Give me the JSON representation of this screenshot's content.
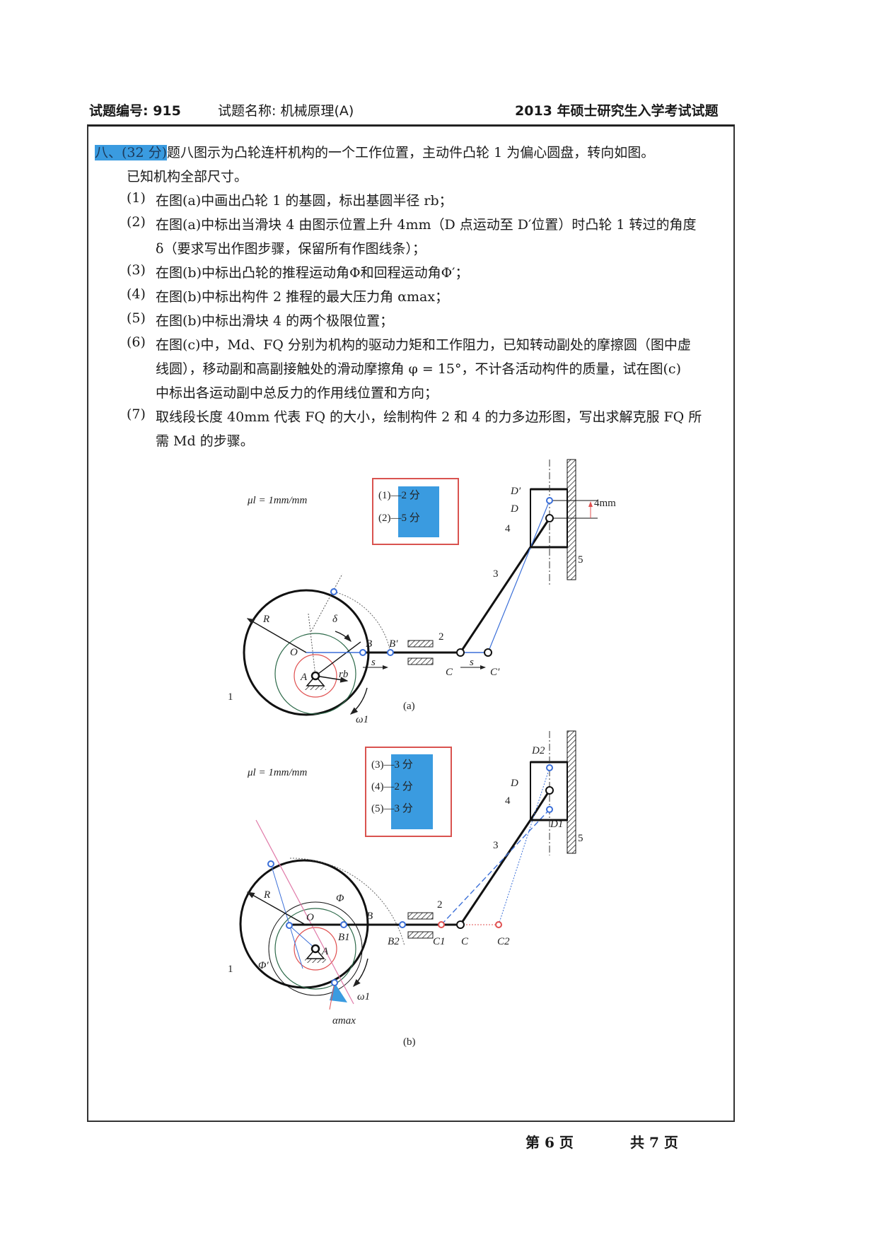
{
  "header": {
    "code": "试题编号: 915",
    "subject": "试题名称: 机械原理(A)",
    "exam": "2013 年硕士研究生入学考试试题"
  },
  "question": {
    "number": "八、(32 分)",
    "intro_1": "题八图示为凸轮连杆机构的一个工作位置，主动件凸轮 1 为偏心圆盘，转向如图。",
    "intro_2": "已知机构全部尺寸。",
    "items": [
      {
        "n": "(1)",
        "lines": [
          "在图(a)中画出凸轮 1 的基圆，标出基圆半径 rb；"
        ]
      },
      {
        "n": "(2)",
        "lines": [
          "在图(a)中标出当滑块 4 由图示位置上升 4mm（D 点运动至 D′位置）时凸轮 1 转过的角度",
          "δ（要求写出作图步骤，保留所有作图线条）；"
        ]
      },
      {
        "n": "(3)",
        "lines": [
          "在图(b)中标出凸轮的推程运动角Φ和回程运动角Φ′；"
        ]
      },
      {
        "n": "(4)",
        "lines": [
          "在图(b)中标出构件 2 推程的最大压力角 αmax；"
        ]
      },
      {
        "n": "(5)",
        "lines": [
          "在图(b)中标出滑块 4 的两个极限位置；"
        ]
      },
      {
        "n": "(6)",
        "lines": [
          "在图(c)中，Md、FQ 分别为机构的驱动力矩和工作阻力，已知转动副处的摩擦圆（图中虚",
          "线圆），移动副和高副接触处的滑动摩擦角 φ = 15°，不计各活动构件的质量，试在图(c)",
          "中标出各运动副中总反力的作用线位置和方向；"
        ]
      },
      {
        "n": "(7)",
        "lines": [
          "取线段长度 40mm 代表 FQ 的大小，绘制构件 2 和 4 的力多边形图，写出求解克服 FQ 所",
          "需 Md 的步骤。"
        ]
      }
    ]
  },
  "figure_a": {
    "scale": "μl = 1mm/mm",
    "scores": [
      "(1)—2 分",
      "(2)—5 分"
    ],
    "caption": "(a)",
    "labels": {
      "R": "R",
      "O": "O",
      "A": "A",
      "B": "B",
      "Bp": "B′",
      "C": "C",
      "Cp": "C′",
      "D": "D",
      "Dp": "D′",
      "delta": "δ",
      "rb": "rb",
      "s1": "s",
      "s2": "s",
      "omega": "ω1",
      "one": "1",
      "two": "2",
      "three": "3",
      "four": "4",
      "five": "5",
      "mm": "4mm"
    }
  },
  "figure_b": {
    "scale": "μl = 1mm/mm",
    "scores": [
      "(3)—3 分",
      "(4)—2 分",
      "(5)—3 分"
    ],
    "caption": "(b)",
    "labels": {
      "R": "R",
      "O": "O",
      "A": "A",
      "B": "B",
      "B1": "B1",
      "B2": "B2",
      "C": "C",
      "C1": "C1",
      "C2": "C2",
      "D": "D",
      "D1": "D1",
      "D2": "D2",
      "Phi": "Φ",
      "Phip": "Φ′",
      "omega": "ω1",
      "amax": "αmax",
      "one": "1",
      "two": "2",
      "three": "3",
      "four": "4",
      "five": "5"
    }
  },
  "footer": {
    "page": "第 6 页",
    "total": "共 7 页"
  },
  "colors": {
    "highlight": "#3a9be0",
    "score_border": "#d9534f",
    "construction": "#3b6fd8",
    "red": "#e05050"
  }
}
